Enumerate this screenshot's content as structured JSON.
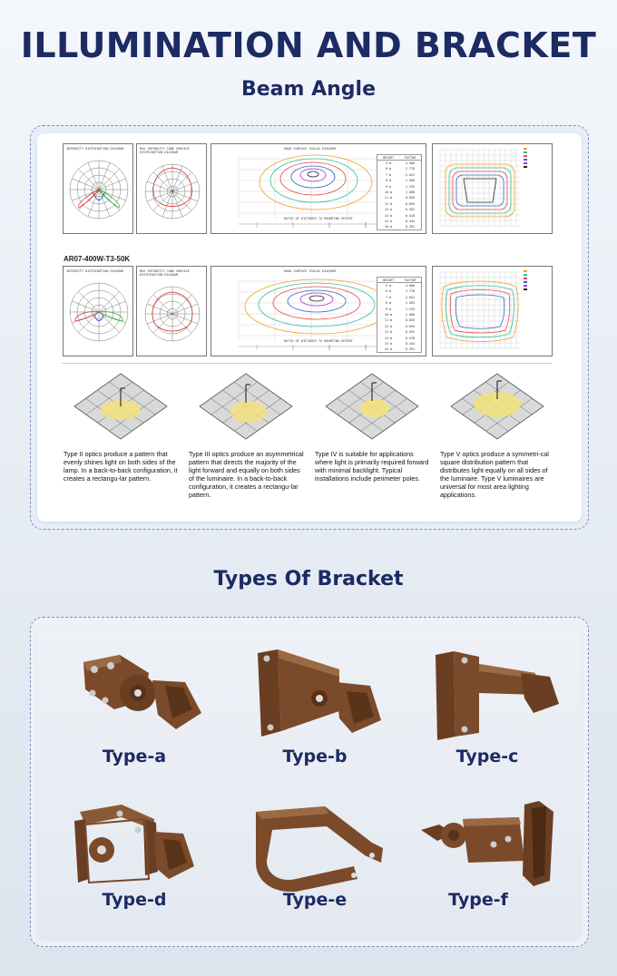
{
  "header": {
    "title": "ILLUMINATION AND BRACKET",
    "subtitle": "Beam Angle"
  },
  "beam_angle": {
    "model_label": "AR07-400W-T3-50K",
    "descriptions": [
      "Type II optics produce a  pattern that evenly shines light on both sides of the lamp. In a back-to-back configuration, it creates a rectangu-lar pattern.",
      "Type III optics produce an asymmetrical pattern that directs the majority of the light forward and equally on both sides of the luminaire. In a back-to-back configuration, it creates a rectangu-lar pattern.",
      "Type IV is suitable for applications where light is primarily required forward with minimal backlight. Typical installations include perimeter poles.",
      "Type V optics produce a symmetri-cal square distribution pattern that distributes light equally on all sides of the luminaire. Type V luminaires are universal for most area lighting applications."
    ],
    "diagram_titles": {
      "polar_1": "INTENSITY DISTRIBUTION DIAGRAM",
      "polar_2": "MAX INTENSITY CONE SURFACE DISTRIBUTION DIAGRAM",
      "road": "ROAD SURFACE ISOLUX DIAGRAM",
      "road_axis": "RATIO OF DISTANCE TO MOUNTING HEIGHT",
      "table_height": "HEIGHT",
      "table_factor": "FACTOR"
    },
    "height_table": {
      "heights": [
        "5 m",
        "6 m",
        "7 m",
        "8 m",
        "9 m",
        "10 m",
        "11 m",
        "12 m",
        "13 m",
        "14 m",
        "15 m",
        "16 m"
      ],
      "factors": [
        "4.000",
        "2.778",
        "2.041",
        "1.563",
        "1.235",
        "1.000",
        "0.826",
        "0.694",
        "0.592",
        "0.510",
        "0.444",
        "0.391"
      ]
    }
  },
  "brackets": {
    "title": "Types Of Bracket",
    "items": [
      {
        "label": "Type-a"
      },
      {
        "label": "Type-b"
      },
      {
        "label": "Type-c"
      },
      {
        "label": "Type-d"
      },
      {
        "label": "Type-e"
      },
      {
        "label": "Type-f"
      }
    ]
  },
  "colors": {
    "title": "#1d2b63",
    "bracket_bronze": "#7a4a2a",
    "border_dashed": "#7e90b8"
  }
}
